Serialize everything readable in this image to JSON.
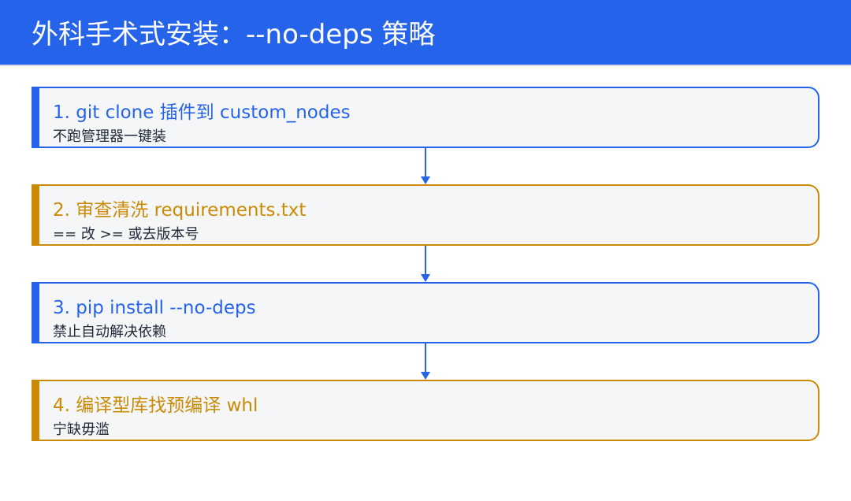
{
  "header": {
    "title": "外科手术式安装：--no-deps 策略"
  },
  "steps": [
    {
      "title": "1. git clone 插件到 custom_nodes",
      "subtitle": "不跑管理器一键装",
      "accent": "blue"
    },
    {
      "title": "2. 审查清洗 requirements.txt",
      "subtitle": "== 改 >= 或去版本号",
      "accent": "gold"
    },
    {
      "title": "3. pip install --no-deps",
      "subtitle": "禁止自动解决依赖",
      "accent": "blue"
    },
    {
      "title": "4. 编译型库找预编译 whl",
      "subtitle": "宁缺毋滥",
      "accent": "gold"
    }
  ],
  "colors": {
    "header_bg": "#2563eb",
    "blue_accent": "#2563eb",
    "gold_accent": "#ca8a04",
    "card_bg": "#f5f6f8"
  }
}
